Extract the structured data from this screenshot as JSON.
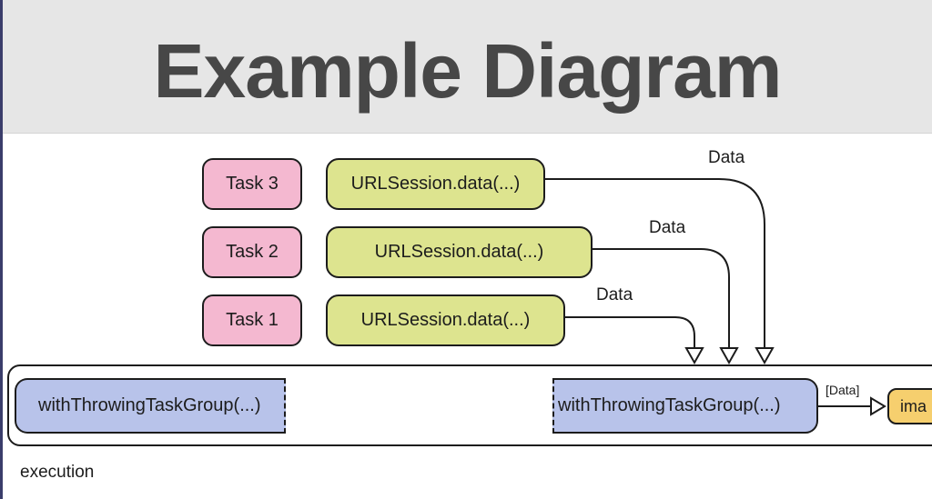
{
  "title": "Example Diagram",
  "tasks": [
    "Task 3",
    "Task 2",
    "Task 1"
  ],
  "requests": [
    "URLSession.data(...)",
    "URLSession.data(...)",
    "URLSession.data(...)"
  ],
  "data_labels": [
    "Data",
    "Data",
    "Data"
  ],
  "group": {
    "left_label": "withThrowingTaskGroup(...)",
    "right_label": "withThrowingTaskGroup(...)",
    "output_label": "[Data]",
    "next_label": "ima"
  },
  "footer_label": "execution"
}
